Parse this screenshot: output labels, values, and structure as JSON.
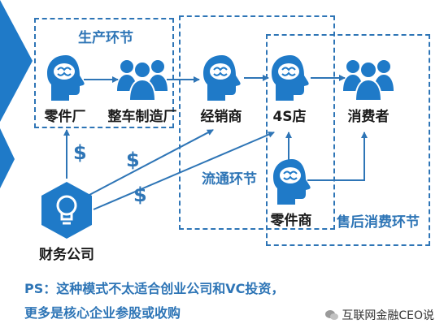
{
  "zones": {
    "production": "生产环节",
    "distribution": "流通环节",
    "aftersales": "售后消费环节"
  },
  "nodes": {
    "parts_factory": "零件厂",
    "automaker": "整车制造厂",
    "dealer": "经销商",
    "shop_4s": "4S店",
    "consumer": "消费者",
    "parts_dealer": "零件商",
    "finance": "财务公司"
  },
  "dollar_symbol": "$",
  "note": {
    "line1": "PS：这种模式不太适合创业公司和VC投资，",
    "line2": "更多是核心企业参股或收购"
  },
  "brand": "互联网金融CEO说",
  "colors": {
    "accent": "#2e75b6",
    "icon": "#1f7ac8",
    "arrow": "#2e75b6"
  }
}
